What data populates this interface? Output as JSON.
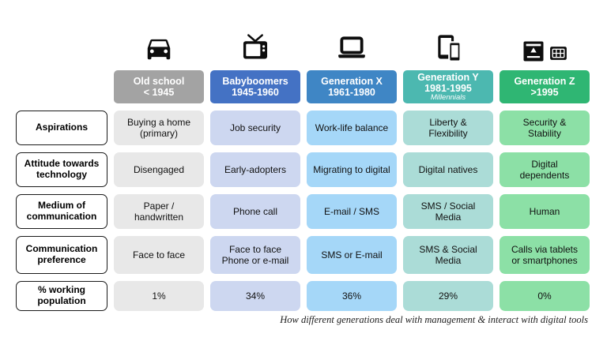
{
  "columns": [
    {
      "id": "old-school",
      "icon": "car-icon",
      "title": "Old school",
      "range": "< 1945",
      "subtitle": "",
      "header_color": "#a3a3a3",
      "cell_color": "#e8e8e8"
    },
    {
      "id": "babyboomers",
      "icon": "tv-icon",
      "title": "Babyboomers",
      "range": "1945-1960",
      "subtitle": "",
      "header_color": "#4472c4",
      "cell_color": "#cdd7f0"
    },
    {
      "id": "generation-x",
      "icon": "laptop-icon",
      "title": "Generation X",
      "range": "1961-1980",
      "subtitle": "",
      "header_color": "#3f86c5",
      "cell_color": "#a5d7f8"
    },
    {
      "id": "generation-y",
      "icon": "mobile-devices-icon",
      "title": "Generation Y",
      "range": "1981-1995",
      "subtitle": "Millennials",
      "header_color": "#4cb8b0",
      "cell_color": "#abdcd7"
    },
    {
      "id": "generation-z",
      "icon": "printer-and-chip-icon",
      "title": "Generation Z",
      "range": ">1995",
      "subtitle": "",
      "header_color": "#2fb673",
      "cell_color": "#8ce0a6"
    }
  ],
  "rows": [
    {
      "label": "Aspirations",
      "cells": [
        "Buying a home (primary)",
        "Job security",
        "Work-life balance",
        "Liberty & Flexibility",
        "Security & Stability"
      ]
    },
    {
      "label": "Attitude towards technology",
      "cells": [
        "Disengaged",
        "Early-adopters",
        "Migrating to digital",
        "Digital natives",
        "Digital dependents"
      ]
    },
    {
      "label": "Medium of communication",
      "cells": [
        "Paper / handwritten",
        "Phone call",
        "E-mail / SMS",
        "SMS / Social Media",
        "Human"
      ]
    },
    {
      "label": "Communication preference",
      "cells": [
        "Face to face",
        "Face to face Phone or e-mail",
        "SMS or E-mail",
        "SMS & Social Media",
        "Calls via tablets or smartphones"
      ]
    },
    {
      "label": "% working population",
      "cells": [
        "1%",
        "34%",
        "36%",
        "29%",
        "0%"
      ]
    }
  ],
  "footer": "How different generations deal with management & interact with digital tools"
}
